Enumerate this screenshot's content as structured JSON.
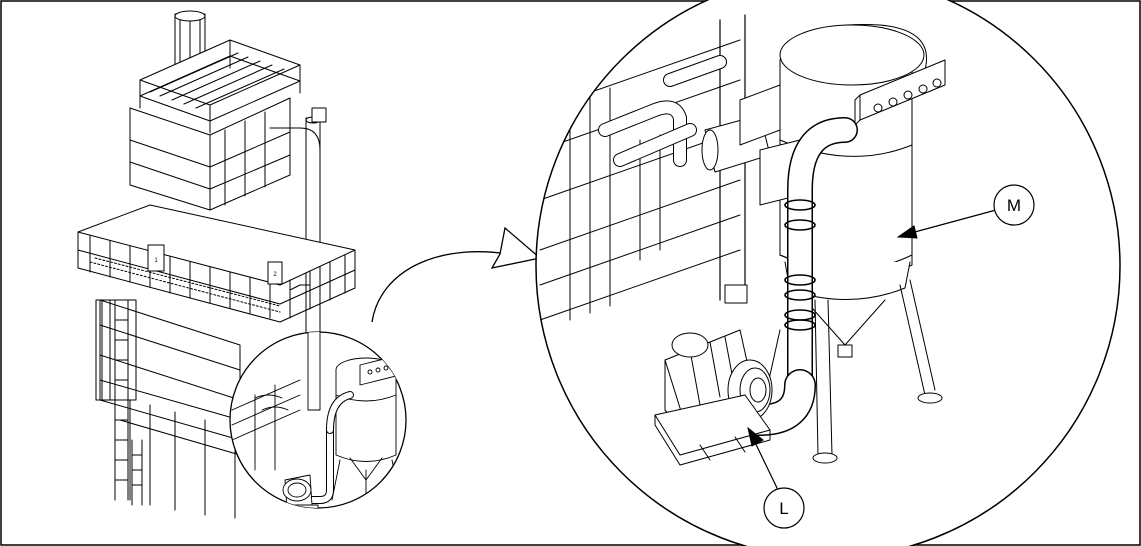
{
  "figure": {
    "callouts": [
      {
        "id": "M",
        "label": "M",
        "target": "dust-collector"
      },
      {
        "id": "L",
        "label": "L",
        "target": "exhaust-fan"
      }
    ],
    "panel_labels": {
      "panel_1": "1",
      "panel_2": "2"
    },
    "colors": {
      "ink": "#000000",
      "background": "#ffffff"
    }
  }
}
